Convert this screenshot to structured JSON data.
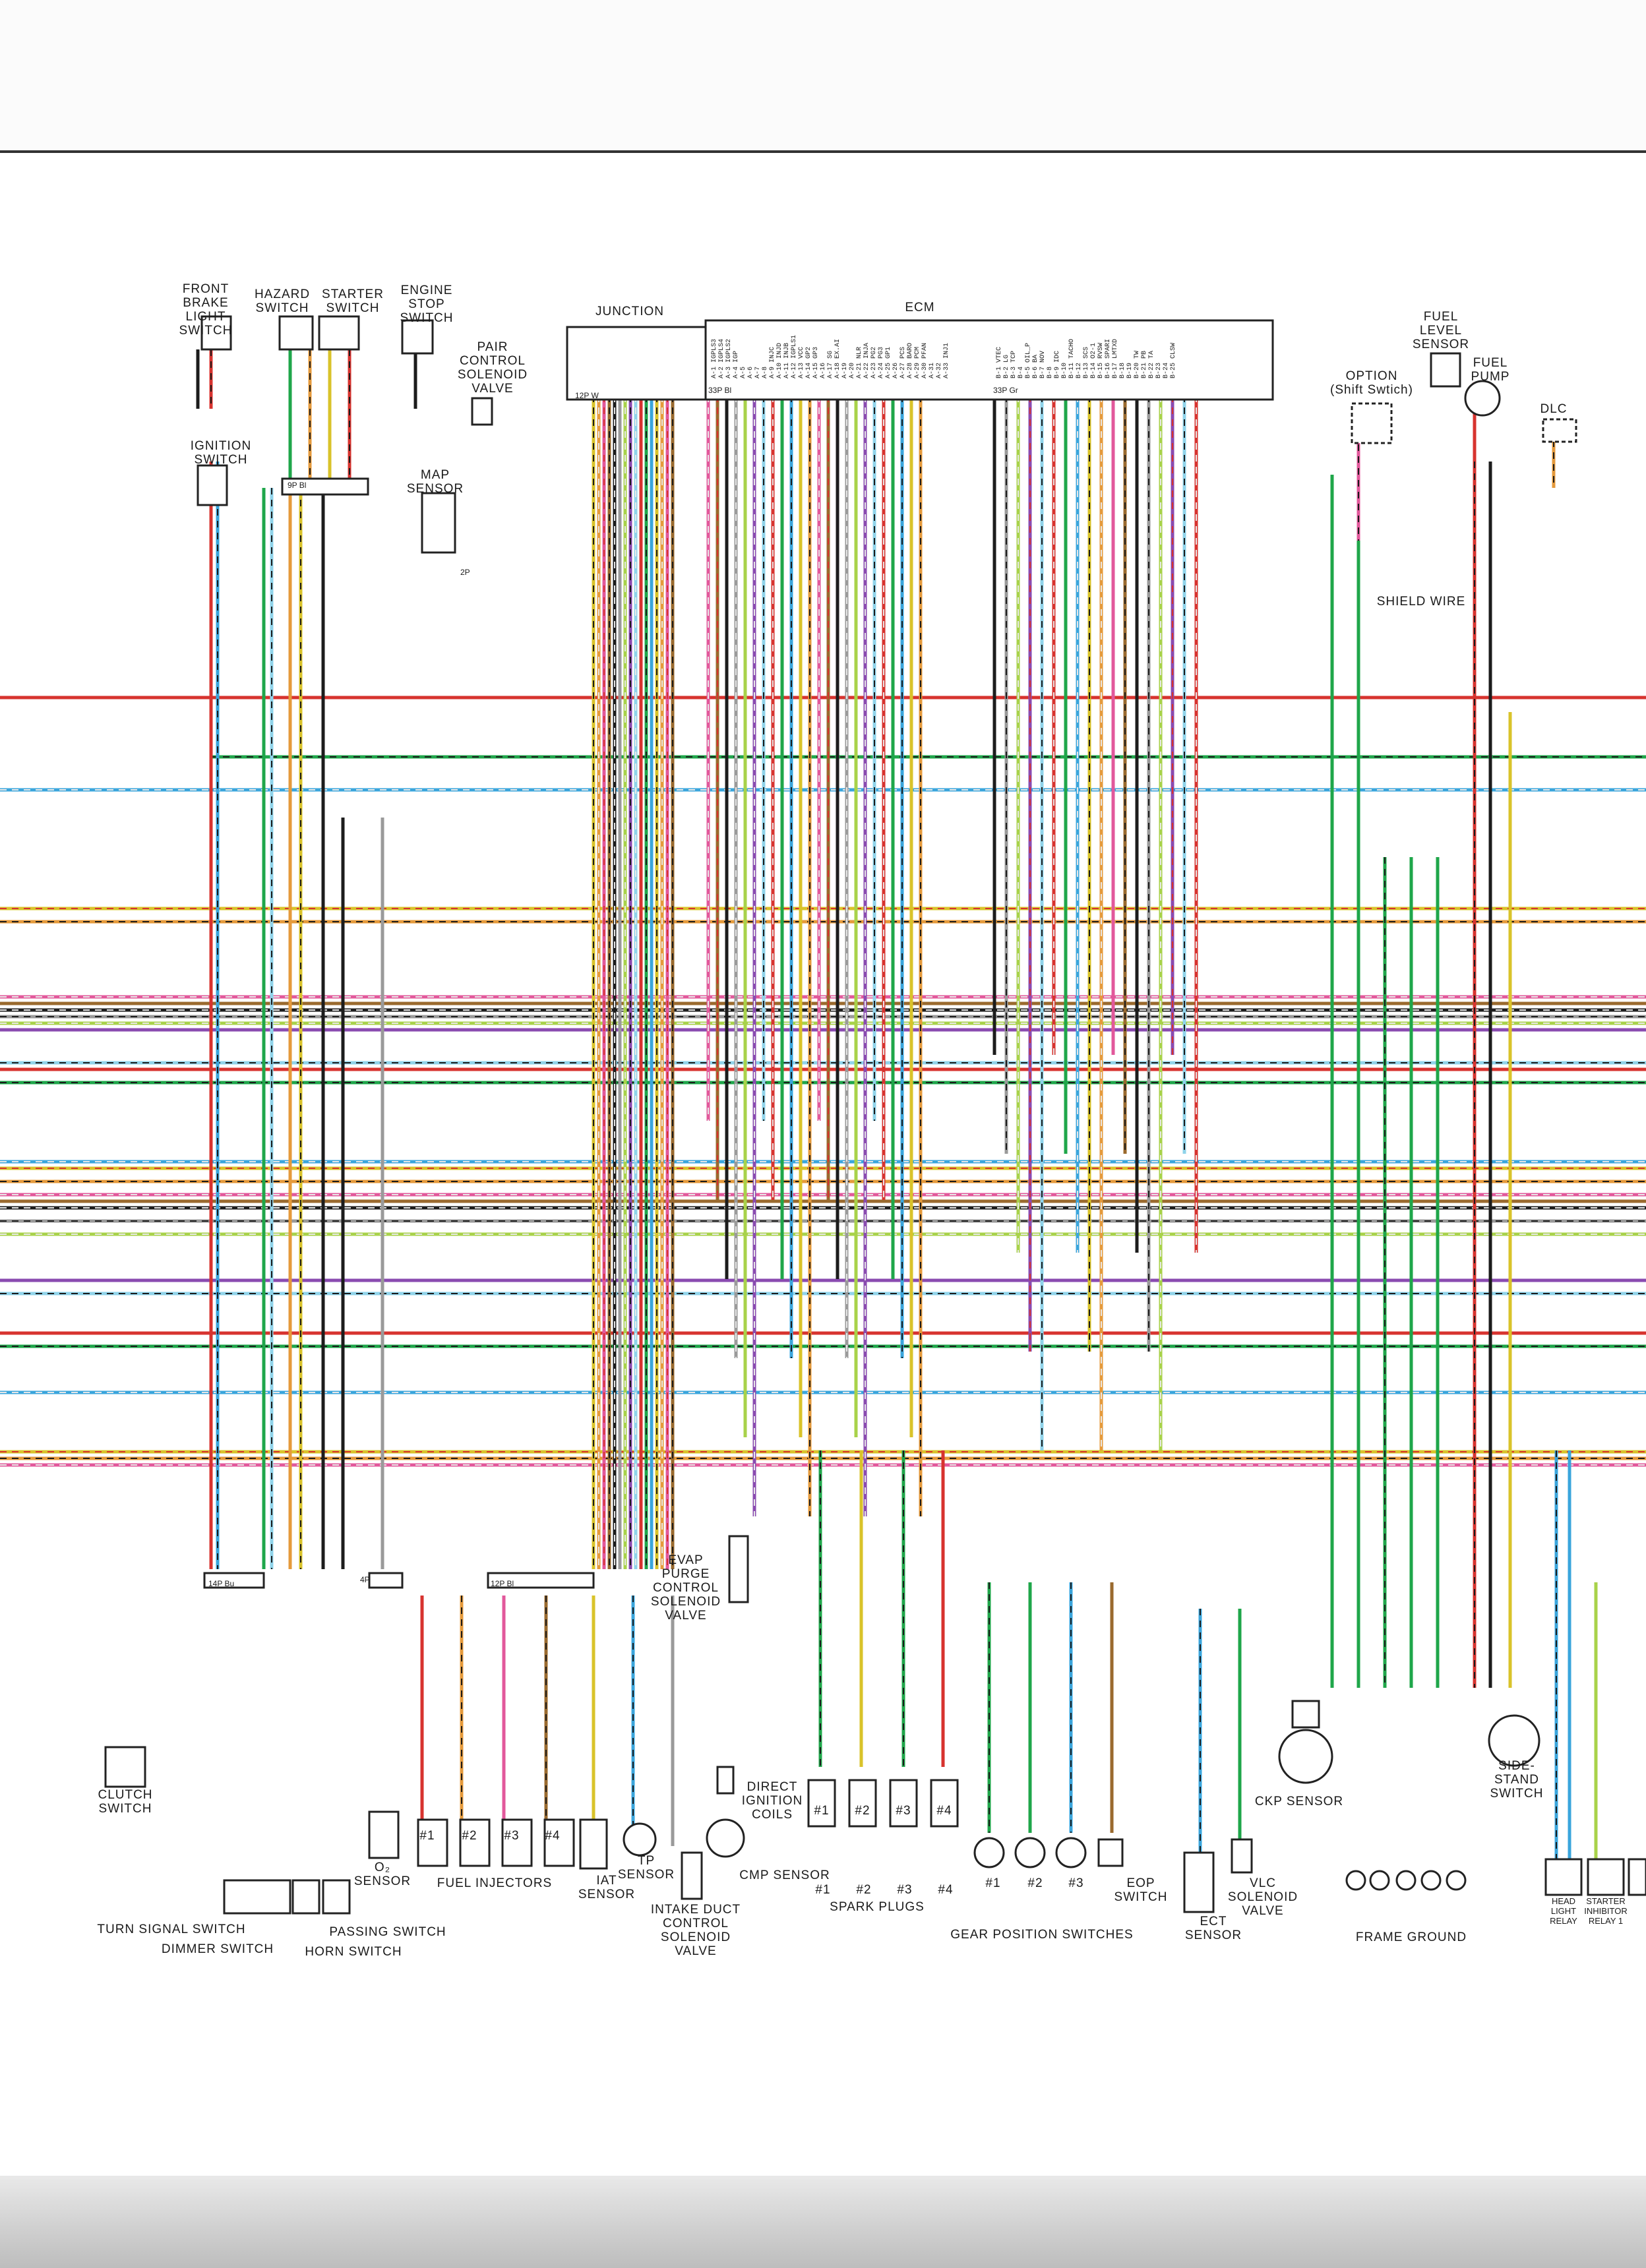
{
  "colors": {
    "R": "#d7332f",
    "G": "#1fa64a",
    "Bu": "#3aa5dc",
    "Y": "#d9c32a",
    "O": "#e59a3b",
    "P": "#e2589b",
    "Br": "#9a6a2e",
    "Bl": "#1c1c1c",
    "Gr": "#9a9a9a",
    "Lg": "#a8d24a",
    "W": "#e8e8e8",
    "V": "#8a4bb0",
    "Lb": "#8fd3ea"
  },
  "labels": {
    "front_brake": "FRONT\nBRAKE\nLIGHT\nSWITCH",
    "hazard": "HAZARD\nSWITCH",
    "starter": "STARTER\nSWITCH",
    "engine_stop": "ENGINE\nSTOP\nSWITCH",
    "ignition": "IGNITION\nSWITCH",
    "junction": "JUNCTION",
    "ecm": "ECM",
    "pair_valve": "PAIR\nCONTROL\nSOLENOID\nVALVE",
    "map_sensor": "MAP\nSENSOR",
    "option": "OPTION\n(Shift Swtich)",
    "fuel_level": "FUEL\nLEVEL\nSENSOR",
    "fuel_pump": "FUEL\nPUMP",
    "dlc": "DLC",
    "shield_wire": "SHIELD WIRE",
    "evap": "EVAP\nPURGE\nCONTROL\nSOLENOID\nVALVE",
    "direct_coils": "DIRECT\nIGNITION\nCOILS",
    "cmp": "CMP SENSOR",
    "o2": "O₂\nSENSOR",
    "fuel_injectors": "FUEL INJECTORS",
    "iat": "IAT\nSENSOR",
    "tp": "TP\nSENSOR",
    "intake": "INTAKE DUCT\nCONTROL\nSOLENOID\nVALVE",
    "spark_plugs": "SPARK PLUGS",
    "gear_switches": "GEAR POSITION SWITCHES",
    "eop": "EOP\nSWITCH",
    "ect": "ECT\nSENSOR",
    "vlc": "VLC\nSOLENOID\nVALVE",
    "ckp": "CKP SENSOR",
    "frame_ground": "FRAME GROUND",
    "side_stand": "SIDE-\nSTAND\nSWITCH",
    "head_relay": "HEAD\nLIGHT\nRELAY",
    "starter_relay": "STARTER\nINHIBITOR\nRELAY 1",
    "clutch": "CLUTCH\nSWITCH",
    "turn_signal": "TURN SIGNAL SWITCH",
    "dimmer": "DIMMER SWITCH",
    "passing": "PASSING SWITCH",
    "horn": "HORN SWITCH",
    "plug1": "#1",
    "plug2": "#2",
    "plug3": "#3",
    "plug4": "#4",
    "gp1": "#1",
    "gp2": "#2",
    "gp3": "#3",
    "inj1": "#1",
    "inj2": "#2",
    "inj3": "#3",
    "inj4": "#4",
    "coil1": "#1",
    "coil2": "#2",
    "coil3": "#3",
    "coil4": "#4"
  },
  "connectors": {
    "junction_12p": "12P W",
    "ecm_a": "33P Bl",
    "ecm_b": "33P Gr",
    "ign_9p": "9P Bl",
    "left_14p": "14P Bu",
    "mid_4p": "4P",
    "inj_12p": "12P Bl",
    "c2p": "2P"
  },
  "ecm_pins_a": [
    "A-1 IGPLS3",
    "A-2 IGPLS4",
    "A-3 IGPLS2",
    "A-4 IGP",
    "A-5",
    "A-6",
    "A-7",
    "A-8",
    "A-9 INJC",
    "A-10 INJD",
    "A-11 INJB",
    "A-12 IGPLS1",
    "A-13 VCC",
    "A-14 GP2",
    "A-15 GP3",
    "A-16",
    "A-17 SG",
    "A-18 EX.AI",
    "A-19",
    "A-20",
    "A-21 NLR",
    "A-22 INJA",
    "A-23 PG2",
    "A-24 PG3",
    "A-25 GP1",
    "A-26",
    "A-27 PCS",
    "A-28 BARO",
    "A-29 PCM",
    "A-30 PFAN",
    "A-31",
    "A-32",
    "A-33 INJ1"
  ],
  "ecm_pins_b": [
    "B-1 VTEC",
    "B-2 LG",
    "B-3 TCP",
    "B-4",
    "B-5 OIL_P",
    "B-6 BA",
    "B-7 NOV",
    "B-8",
    "B-9 IDC",
    "B-10",
    "B-11 TACHO",
    "B-12",
    "B-13 SCS",
    "B-14 O2-1",
    "B-15 RVSW",
    "B-16 SPARI",
    "B-17 LMTXD",
    "B-18",
    "B-19",
    "B-20 TW",
    "B-21 PB",
    "B-22 TA",
    "B-23",
    "B-24",
    "B-25 CLSW"
  ]
}
